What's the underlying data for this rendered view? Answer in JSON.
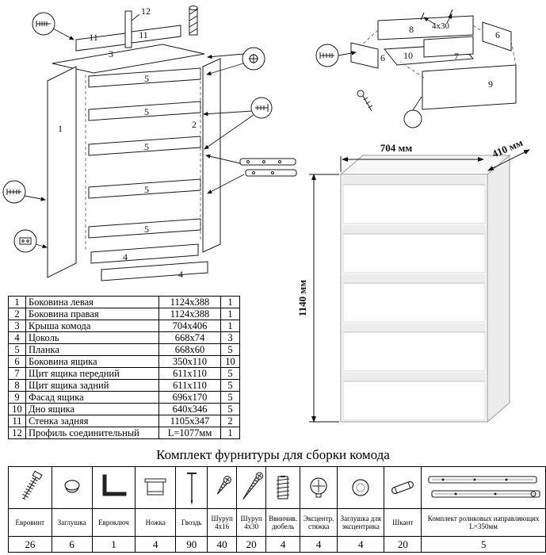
{
  "exploded_chest": {
    "labels": {
      "n1": "1",
      "n2": "2",
      "n3": "3",
      "n4": "4",
      "n5": "5",
      "n11": "11",
      "n12": "12"
    }
  },
  "exploded_drawer": {
    "labels": {
      "n6": "6",
      "n7": "7",
      "n8": "8",
      "n9": "9",
      "n10": "10",
      "screw_size": "4x30"
    }
  },
  "dimensions": {
    "width": "704 мм",
    "depth": "410 мм",
    "height": "1140 мм"
  },
  "parts_table": {
    "rows": [
      {
        "num": "1",
        "name": "Боковина левая",
        "size": "1124x388",
        "qty": "1"
      },
      {
        "num": "2",
        "name": "Боковина правая",
        "size": "1124x388",
        "qty": "1"
      },
      {
        "num": "3",
        "name": "Крыша комода",
        "size": "704x406",
        "qty": "1"
      },
      {
        "num": "4",
        "name": "Цоколь",
        "size": "668x74",
        "qty": "3"
      },
      {
        "num": "5",
        "name": "Планка",
        "size": "668x60",
        "qty": "5"
      },
      {
        "num": "6",
        "name": "Боковина ящика",
        "size": "350x110",
        "qty": "10"
      },
      {
        "num": "7",
        "name": "Щит ящика передний",
        "size": "611x110",
        "qty": "5"
      },
      {
        "num": "8",
        "name": "Щит ящика задний",
        "size": "611x110",
        "qty": "5"
      },
      {
        "num": "9",
        "name": "Фасад ящика",
        "size": "696x170",
        "qty": "5"
      },
      {
        "num": "10",
        "name": "Дно ящика",
        "size": "640x346",
        "qty": "5"
      },
      {
        "num": "11",
        "name": "Стенка задняя",
        "size": "1105x347",
        "qty": "2"
      },
      {
        "num": "12",
        "name": "Профиль соединительный",
        "size": "L=1077мм",
        "qty": "1"
      }
    ]
  },
  "hardware": {
    "title": "Комплект фурнитуры для сборки комода",
    "items": [
      {
        "label": "Евровинт",
        "qty": "26"
      },
      {
        "label": "Заглушка",
        "qty": "6"
      },
      {
        "label": "Евроключ",
        "qty": "1"
      },
      {
        "label": "Ножка",
        "qty": "4"
      },
      {
        "label": "Гвоздь",
        "qty": "90"
      },
      {
        "label": "Шуруп 4x16",
        "qty": "40"
      },
      {
        "label": "Шуруп 4x30",
        "qty": "20"
      },
      {
        "label": "Ввинчив. дюбель",
        "qty": "4"
      },
      {
        "label": "Эксцентр. стяжка",
        "qty": "4"
      },
      {
        "label": "Заглушка для эксцентрика",
        "qty": "4"
      },
      {
        "label": "Шкант",
        "qty": "20"
      },
      {
        "label": "Комплект роликовых направляющих L=350мм",
        "qty": "5"
      }
    ]
  }
}
